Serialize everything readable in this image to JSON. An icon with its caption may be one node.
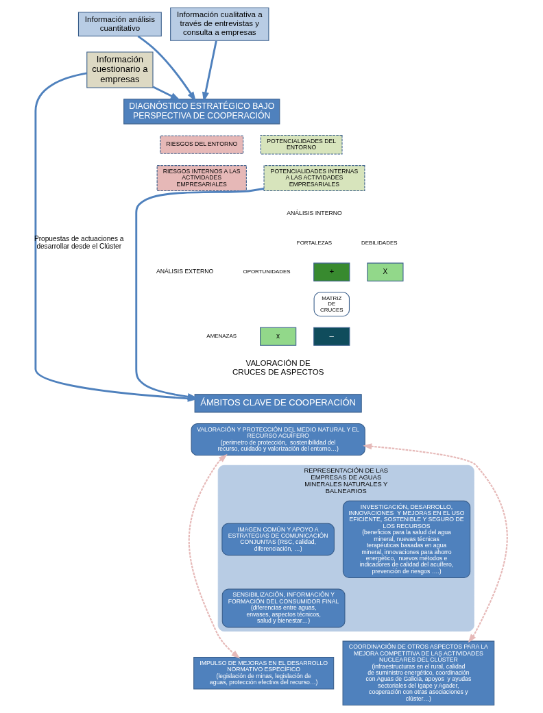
{
  "diagram": {
    "nodes": [
      {
        "text": [
          "Información análisis cuantitativo"
        ]
      },
      {
        "text": [
          "Información cualitativa a través de entrevistas y consulta a empresas"
        ]
      },
      {
        "text": [
          "Información cuestionario a empresas"
        ]
      },
      {
        "text": [
          "DIAGNÓSTICO ESTRATÉGICO BAJO PERSPECTIVA DE COOPERACIÓN"
        ]
      },
      {
        "text": [
          "RIESGOS DEL ENTORNO"
        ]
      },
      {
        "text": [
          "POTENCIALIDADES DEL ENTORNO"
        ]
      },
      {
        "text": [
          "RIESGOS INTERNOS A LAS ACTIVIDADES EMPRESARIALES"
        ]
      },
      {
        "text": [
          "POTENCIALIDADES INTERNAS A LAS ACTIVIDADES EMPRESARIALES"
        ]
      },
      {
        "text": [
          "+"
        ]
      },
      {
        "text": [
          "X"
        ]
      },
      {
        "text": [
          "MATRIZ DE CRUCES"
        ]
      },
      {
        "text": [
          "x"
        ]
      },
      {
        "text": [
          "–"
        ]
      },
      {
        "text": [
          "ÁMBITOS CLAVE DE COOPERACIÓN"
        ]
      },
      {
        "text": [
          "VALORACIÓN Y PROTECCIÓN DEL MEDIO NATURAL Y EL RECURSO ACUÍFERO",
          "(perimetro de protección,  sostenibilidad del recurso, cuidado y valorización del entorno…)"
        ]
      },
      {
        "text": [
          "REPRESENTACIÓN DE LAS EMPRESAS DE AGUAS MINERALES NATURALES Y BALNEARIOS"
        ]
      },
      {
        "text": [
          "IMAGEN COMÚN Y APOYO A ESTRATEGIAS DE COMUNICACIÓN CONJUNTAS (RSC, calidad, diferenciación, …)"
        ],
        "in": 15
      },
      {
        "text": [
          "SENSIBILIZACIÓN, INFORMACIÓN Y FORMACIÓN DEL CONSUMIDOR FINAL",
          "(diferencias entre aguas, envases, aspectos técnicos, salud y bienestar…)"
        ],
        "in": 15
      },
      {
        "text": [
          "INVESTIGACIÓN, DESARROLLO, INNOVACIONES  Y MEJORAS EN EL USO EFICIENTE, SOSTENIBLE Y SEGURO DE LOS RECURSOS",
          "(beneficios para la salud del agua mineral, nuevas técnicas terapéuticas basadas en agua mineral, innovaciones para ahorro energético,  nuevos métodos e indicadores de calidad del acuífero, prevención de riesgos ….)"
        ],
        "in": 15
      },
      {
        "text": [
          "IMPULSO DE MEJORAS EN EL DESARROLLO NORMATIVO ESPECÍFICO",
          "(legislación de minas, legislación de aguas, protección efectiva del recurso…)"
        ]
      },
      {
        "text": [
          "COORDINACIÓN DE OTROS ASPECTOS PARA LA MEJORA COMPETITIVA DE LAS ACTIVIDADES NUCLEARES DEL CLÚSTER",
          "(infraestructuras en el rural, calidad de suministro energético, coordinación con Aguas de Galicia, apoyos  y ayudas sectoriales del Igape y Agader, cooperación con otras asociaciones y clúster…)"
        ]
      }
    ],
    "edges": [
      {
        "from": 0,
        "to": 3,
        "arrow": "to"
      },
      {
        "from": 1,
        "to": 3,
        "arrow": "to"
      },
      {
        "from": 2,
        "to": 3,
        "arrow": "to"
      },
      {
        "from": 2,
        "to": 13,
        "arrow": "to",
        "label": "Propuestas de actuaciones a desarrollar desde el Clúster"
      },
      {
        "from": 7,
        "to": 13,
        "arrow": "to"
      },
      {
        "from": 14,
        "to": 19,
        "arrow": "both",
        "style": "dashed",
        "color": "#e6b9b8"
      },
      {
        "from": 14,
        "to": 20,
        "arrow": "both",
        "style": "dashed",
        "color": "#e6b9b8"
      }
    ],
    "labels": [
      "ANÁLISIS INTERNO",
      "FORTALEZAS",
      "DEBILIDADES",
      "ANÁLISIS EXTERNO",
      "OPORTUNIDADES",
      "AMENAZAS",
      "VALORACIÓN DE CRUCES DE ASPECTOS"
    ]
  }
}
